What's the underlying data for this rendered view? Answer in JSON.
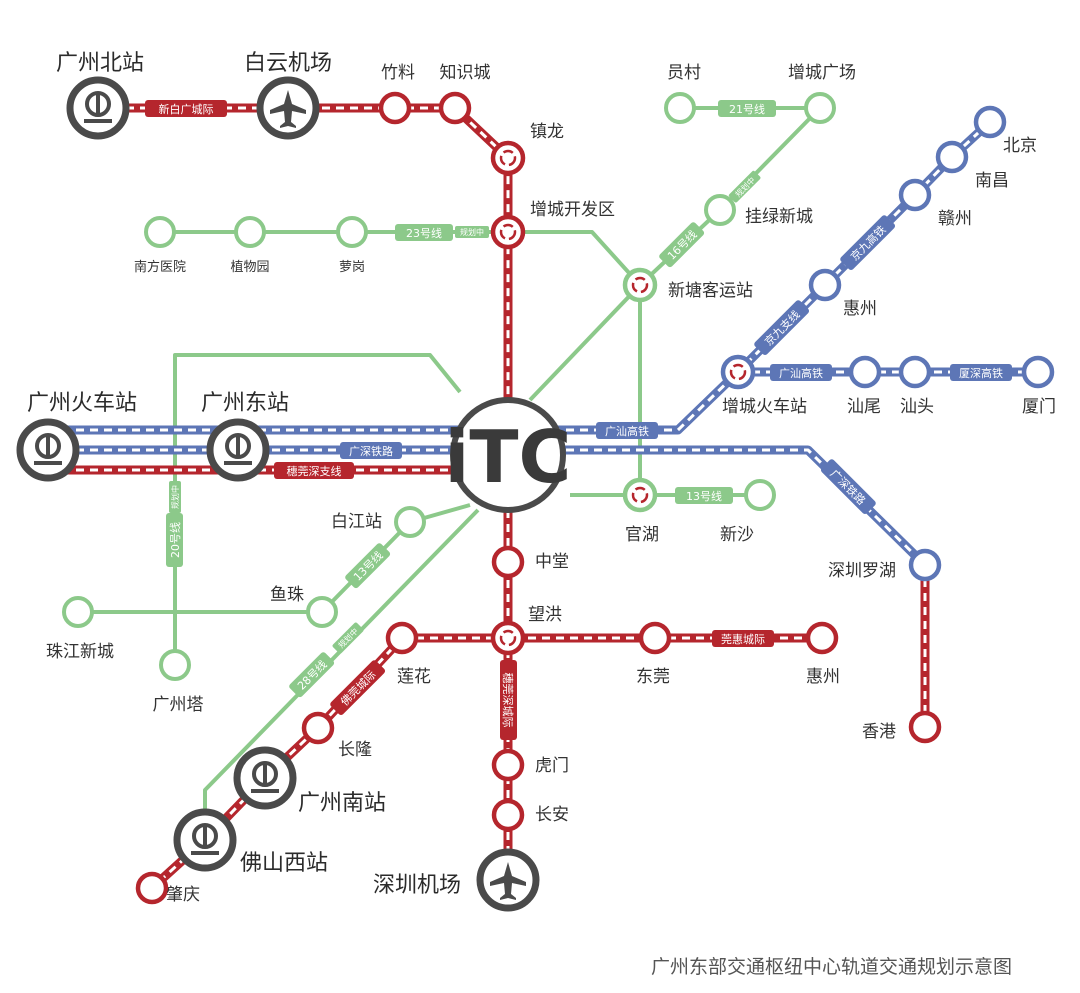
{
  "title": "广州东部交通枢纽中心轨道交通规划示意图",
  "hub": "iTC",
  "colors": {
    "red": "#b5262d",
    "green": "#8cc98a",
    "blue": "#5d76b6",
    "gray": "#4a4a4a"
  },
  "stations": {
    "gz_north": "广州北站",
    "baiyun": "白云机场",
    "zhuliao": "竹料",
    "zhishi": "知识城",
    "zhenlong": "镇龙",
    "zckfq": "增城开发区",
    "nanfang": "南方医院",
    "zhiwu": "植物园",
    "luogang": "萝岗",
    "yuancun": "员村",
    "zcgc": "增城广场",
    "gualv": "挂绿新城",
    "xintang": "新塘客运站",
    "beijing": "北京",
    "nanchang": "南昌",
    "ganzhou": "赣州",
    "huizhou_n": "惠州",
    "zchcz": "增城火车站",
    "shanwei": "汕尾",
    "shantou": "汕头",
    "xiamen": "厦门",
    "gzhcz": "广州火车站",
    "gzdz": "广州东站",
    "guanhu": "官湖",
    "xinsha": "新沙",
    "baijiang": "白江站",
    "yuzhu": "鱼珠",
    "zjxc": "珠江新城",
    "gzt": "广州塔",
    "zhongtang": "中堂",
    "wanghong": "望洪",
    "lianhua": "莲花",
    "dongguan": "东莞",
    "huizhou_s": "惠州",
    "szlh": "深圳罗湖",
    "xianggang": "香港",
    "changlong": "长隆",
    "gznz": "广州南站",
    "fsxz": "佛山西站",
    "zhaoqing": "肇庆",
    "humen": "虎门",
    "changan": "长安",
    "szjc": "深圳机场"
  },
  "lines": {
    "xinbai": "新白广城际",
    "l21": "21号线",
    "l16": "16号线",
    "l23": "23号线",
    "jingjiu": "京九高铁",
    "jingjiu_zhi": "京九支线",
    "guangshan1": "广汕高铁",
    "xiashen": "厦深高铁",
    "guangshan2": "广汕高铁",
    "guangshen1": "广深铁路",
    "suiguan": "穗莞深支线",
    "guangshen2": "广深铁路",
    "l13a": "13号线",
    "l13b": "13号线",
    "l20": "20号线",
    "l28": "28号线",
    "foguan": "佛莞城际",
    "guanhui": "莞惠城际",
    "suiguan_cj": "穗莞深城际"
  },
  "small_tags": {
    "t16": "规划中",
    "t23": "规划中",
    "t20": "规划中",
    "t28": "规划中"
  }
}
